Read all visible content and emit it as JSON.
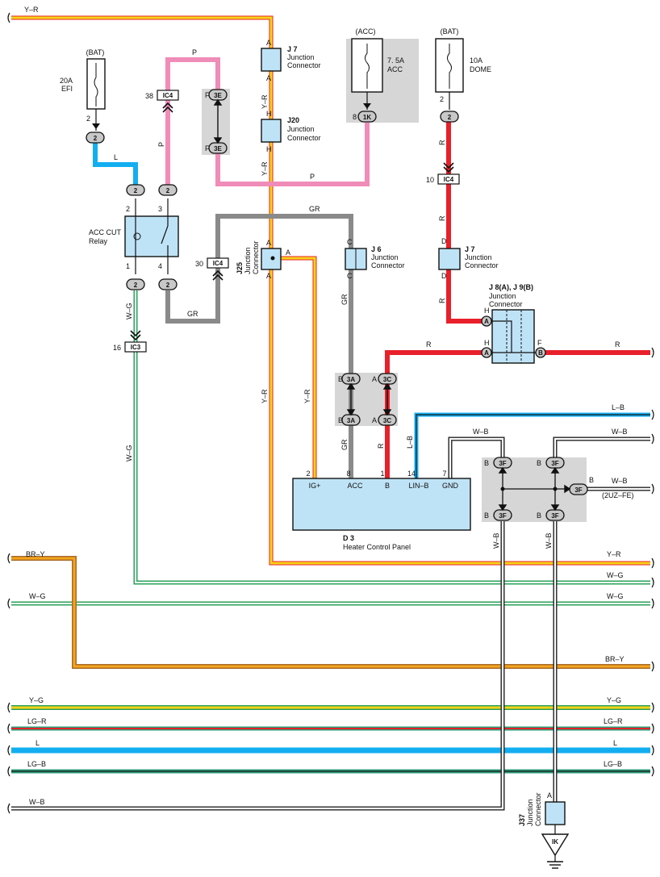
{
  "diagram": {
    "fuses": [
      {
        "source": "(BAT)",
        "rating": "20A",
        "name": "EFI",
        "pin": "2"
      },
      {
        "source": "(ACC)",
        "rating": "7. 5A",
        "name": "ACC",
        "pin": "8"
      },
      {
        "source": "(BAT)",
        "rating": "10A",
        "name": "DOME",
        "pin": "2"
      }
    ],
    "relay": {
      "name_l1": "ACC CUT",
      "name_l2": "Relay",
      "pins": [
        "2",
        "3",
        "1",
        "4"
      ]
    },
    "connectors": {
      "j7": {
        "id": "J 7",
        "t1": "Junction",
        "t2": "Connector"
      },
      "j20": {
        "id": "J20",
        "t1": "Junction",
        "t2": "Connector"
      },
      "j25": {
        "id": "J25",
        "t1": "Junction",
        "t2": "Connector"
      },
      "j6": {
        "id": "J 6",
        "t1": "Junction",
        "t2": "Connector"
      },
      "j89": {
        "id": "J 8(A), J 9(B)",
        "t1": "Junction",
        "t2": "Connector"
      },
      "j37": {
        "id": "J37",
        "t1": "Junction",
        "t2": "Connector"
      }
    },
    "ic_labels": {
      "ic4": "IC4",
      "ic3": "IC3",
      "p38": "38",
      "p30": "30",
      "p10": "10",
      "p16": "16"
    },
    "pin_codes": {
      "c2": "2",
      "c3e": "3E",
      "c1k": "1K",
      "c3a": "3A",
      "c3c": "3C",
      "c3f": "3F",
      "ca": "A",
      "cb": "B",
      "cik": "IK"
    },
    "letters": {
      "a": "A",
      "b": "B",
      "c": "C",
      "d": "D",
      "f": "F",
      "h": "H",
      "n1": "1",
      "n2": "2",
      "n3": "3",
      "n4": "4",
      "n7": "7",
      "n8": "8",
      "n14": "14"
    },
    "wire_colors": {
      "YR": "Y–R",
      "P": "P",
      "L": "L",
      "GR": "GR",
      "WG": "W–G",
      "R": "R",
      "LB": "L–B",
      "WB": "W–B",
      "BRY": "BR–Y",
      "YG": "Y–G",
      "LGR": "LG–R",
      "LGB": "LG–B"
    },
    "panel": {
      "id": "D 3",
      "name": "Heater Control Panel",
      "pin_nums": [
        "2",
        "8",
        "1",
        "14",
        "7"
      ],
      "terminals": [
        "IG+",
        "ACC",
        "B",
        "LIN–B",
        "GND"
      ]
    },
    "engine_note": "(2UZ–FE)"
  },
  "colors": {
    "yellow": "#f7d417",
    "red": "#e8202a",
    "pink": "#f08cb8",
    "blue": "#13aef0",
    "gray": "#8a8a8a",
    "green": "#2aa05a",
    "brown": "#a86a2c",
    "orange": "#f3a41b",
    "teal": "#2c9b78",
    "lightblue": "#7fd4f5"
  }
}
